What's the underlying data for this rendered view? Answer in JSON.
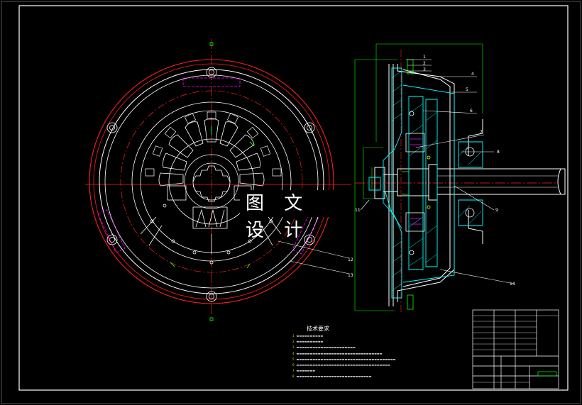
{
  "drawing": {
    "watermark_text": "图 文 设 计",
    "technical_requirements_title": "技术要求",
    "technical_requirements": [
      "1",
      "2",
      "3",
      "4",
      "5",
      "6",
      "7",
      "8"
    ],
    "part_balloons": [
      "1",
      "2",
      "3",
      "4",
      "5",
      "6",
      "7",
      "8",
      "9",
      "10",
      "11",
      "12",
      "13",
      "14"
    ],
    "colors": {
      "background": "#000000",
      "frame": "#ffffff",
      "red": "#ff2020",
      "cyan": "#00ffff",
      "green": "#00ff00",
      "magenta": "#ff00ff",
      "yellow": "#ffff00"
    }
  }
}
